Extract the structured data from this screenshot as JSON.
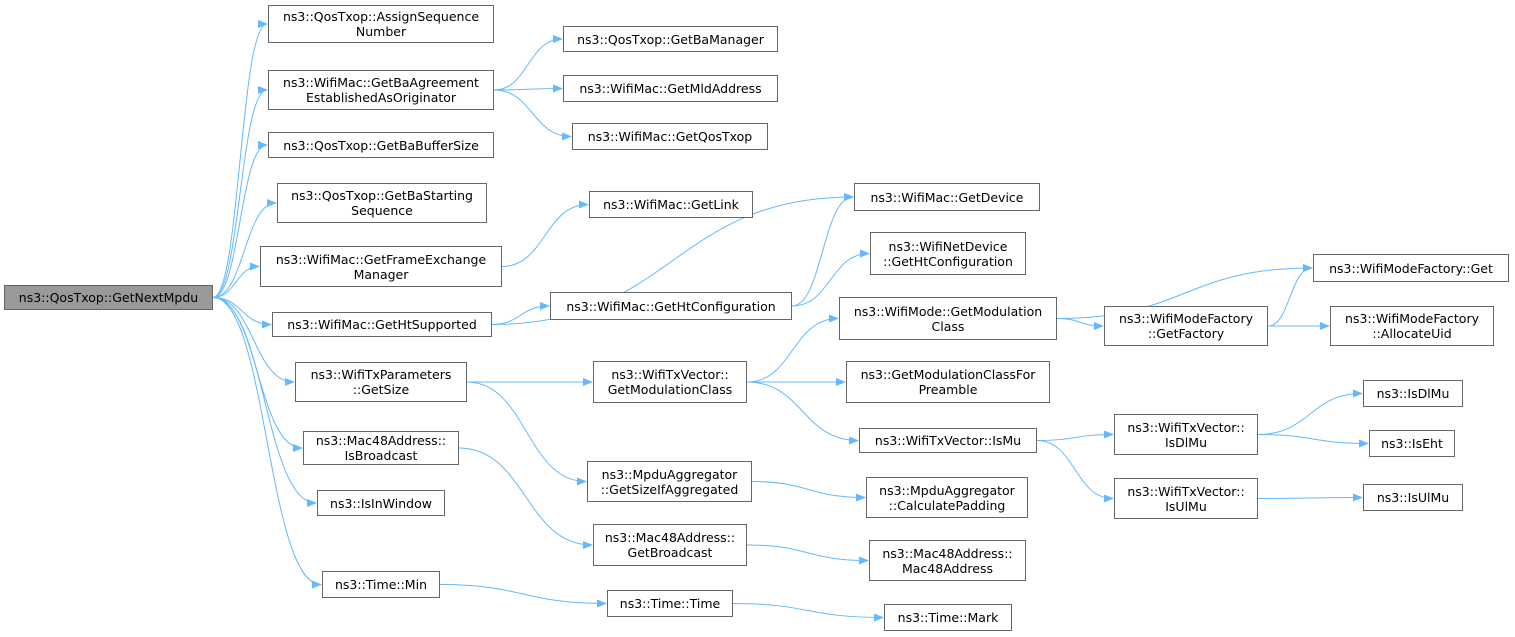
{
  "diagram": {
    "edge_color": "#63b8ff",
    "root_fill": "#999999",
    "nodes": [
      {
        "id": "root",
        "lines": [
          "ns3::QosTxop::GetNextMpdu"
        ],
        "root": true
      },
      {
        "id": "assign_seq",
        "lines": [
          "ns3::QosTxop::AssignSequence",
          "Number"
        ]
      },
      {
        "id": "get_ba_agreement",
        "lines": [
          "ns3::WifiMac::GetBaAgreement",
          "EstablishedAsOriginator"
        ]
      },
      {
        "id": "get_ba_buffer",
        "lines": [
          "ns3::QosTxop::GetBaBufferSize"
        ]
      },
      {
        "id": "get_ba_starting",
        "lines": [
          "ns3::QosTxop::GetBaStarting",
          "Sequence"
        ]
      },
      {
        "id": "get_fem",
        "lines": [
          "ns3::WifiMac::GetFrameExchange",
          "Manager"
        ]
      },
      {
        "id": "get_ht_supported",
        "lines": [
          "ns3::WifiMac::GetHtSupported"
        ]
      },
      {
        "id": "txparams_getsize",
        "lines": [
          "ns3::WifiTxParameters",
          "::GetSize"
        ]
      },
      {
        "id": "mac48_isbroadcast",
        "lines": [
          "ns3::Mac48Address::",
          "IsBroadcast"
        ]
      },
      {
        "id": "isinwindow",
        "lines": [
          "ns3::IsInWindow"
        ]
      },
      {
        "id": "time_min",
        "lines": [
          "ns3::Time::Min"
        ]
      },
      {
        "id": "get_ba_manager",
        "lines": [
          "ns3::QosTxop::GetBaManager"
        ]
      },
      {
        "id": "get_mld_address",
        "lines": [
          "ns3::WifiMac::GetMldAddress"
        ]
      },
      {
        "id": "get_qos_txop",
        "lines": [
          "ns3::WifiMac::GetQosTxop"
        ]
      },
      {
        "id": "get_link",
        "lines": [
          "ns3::WifiMac::GetLink"
        ]
      },
      {
        "id": "get_ht_config",
        "lines": [
          "ns3::WifiMac::GetHtConfiguration"
        ]
      },
      {
        "id": "txvec_getmodclass",
        "lines": [
          "ns3::WifiTxVector::",
          "GetModulationClass"
        ]
      },
      {
        "id": "mpdu_getsizeifagg",
        "lines": [
          "ns3::MpduAggregator",
          "::GetSizeIfAggregated"
        ]
      },
      {
        "id": "mac48_getbroadcast",
        "lines": [
          "ns3::Mac48Address::",
          "GetBroadcast"
        ]
      },
      {
        "id": "time_time",
        "lines": [
          "ns3::Time::Time"
        ]
      },
      {
        "id": "get_device",
        "lines": [
          "ns3::WifiMac::GetDevice"
        ]
      },
      {
        "id": "netdev_get_ht_config",
        "lines": [
          "ns3::WifiNetDevice",
          "::GetHtConfiguration"
        ]
      },
      {
        "id": "mode_getmodclass",
        "lines": [
          "ns3::WifiMode::GetModulation",
          "Class"
        ]
      },
      {
        "id": "getmodclassforpreamble",
        "lines": [
          "ns3::GetModulationClassFor",
          "Preamble"
        ]
      },
      {
        "id": "txvec_ismu",
        "lines": [
          "ns3::WifiTxVector::IsMu"
        ]
      },
      {
        "id": "mpdu_calcpadding",
        "lines": [
          "ns3::MpduAggregator",
          "::CalculatePadding"
        ]
      },
      {
        "id": "mac48_ctor",
        "lines": [
          "ns3::Mac48Address::",
          "Mac48Address"
        ]
      },
      {
        "id": "time_mark",
        "lines": [
          "ns3::Time::Mark"
        ]
      },
      {
        "id": "modefactory_get",
        "lines": [
          "ns3::WifiModeFactory::Get"
        ]
      },
      {
        "id": "modefactory_getfactory",
        "lines": [
          "ns3::WifiModeFactory",
          "::GetFactory"
        ]
      },
      {
        "id": "modefactory_allocuid",
        "lines": [
          "ns3::WifiModeFactory",
          "::AllocateUid"
        ]
      },
      {
        "id": "txvec_isdlmu",
        "lines": [
          "ns3::WifiTxVector::",
          "IsDlMu"
        ]
      },
      {
        "id": "txvec_isulmu",
        "lines": [
          "ns3::WifiTxVector::",
          "IsUlMu"
        ]
      },
      {
        "id": "isdlmu",
        "lines": [
          "ns3::IsDlMu"
        ]
      },
      {
        "id": "iseht",
        "lines": [
          "ns3::IsEht"
        ]
      },
      {
        "id": "isulmu",
        "lines": [
          "ns3::IsUlMu"
        ]
      }
    ],
    "edges": [
      [
        "root",
        "assign_seq"
      ],
      [
        "root",
        "get_ba_agreement"
      ],
      [
        "root",
        "get_ba_buffer"
      ],
      [
        "root",
        "get_ba_starting"
      ],
      [
        "root",
        "get_fem"
      ],
      [
        "root",
        "get_ht_supported"
      ],
      [
        "root",
        "txparams_getsize"
      ],
      [
        "root",
        "mac48_isbroadcast"
      ],
      [
        "root",
        "isinwindow"
      ],
      [
        "root",
        "time_min"
      ],
      [
        "get_ba_agreement",
        "get_ba_manager"
      ],
      [
        "get_ba_agreement",
        "get_mld_address"
      ],
      [
        "get_ba_agreement",
        "get_qos_txop"
      ],
      [
        "get_fem",
        "get_link"
      ],
      [
        "get_ht_supported",
        "get_device"
      ],
      [
        "get_ht_supported",
        "get_ht_config"
      ],
      [
        "get_ht_config",
        "get_device"
      ],
      [
        "get_ht_config",
        "netdev_get_ht_config"
      ],
      [
        "txparams_getsize",
        "txvec_getmodclass"
      ],
      [
        "txparams_getsize",
        "mpdu_getsizeifagg"
      ],
      [
        "mac48_isbroadcast",
        "mac48_getbroadcast"
      ],
      [
        "time_min",
        "time_time"
      ],
      [
        "txvec_getmodclass",
        "mode_getmodclass"
      ],
      [
        "txvec_getmodclass",
        "getmodclassforpreamble"
      ],
      [
        "txvec_getmodclass",
        "txvec_ismu"
      ],
      [
        "mode_getmodclass",
        "modefactory_get"
      ],
      [
        "mode_getmodclass",
        "modefactory_getfactory"
      ],
      [
        "modefactory_getfactory",
        "modefactory_get"
      ],
      [
        "modefactory_getfactory",
        "modefactory_allocuid"
      ],
      [
        "txvec_ismu",
        "txvec_isdlmu"
      ],
      [
        "txvec_ismu",
        "txvec_isulmu"
      ],
      [
        "txvec_isdlmu",
        "isdlmu"
      ],
      [
        "txvec_isdlmu",
        "iseht"
      ],
      [
        "txvec_isulmu",
        "isulmu"
      ],
      [
        "mpdu_getsizeifagg",
        "mpdu_calcpadding"
      ],
      [
        "mac48_getbroadcast",
        "mac48_ctor"
      ],
      [
        "time_time",
        "time_mark"
      ]
    ]
  }
}
